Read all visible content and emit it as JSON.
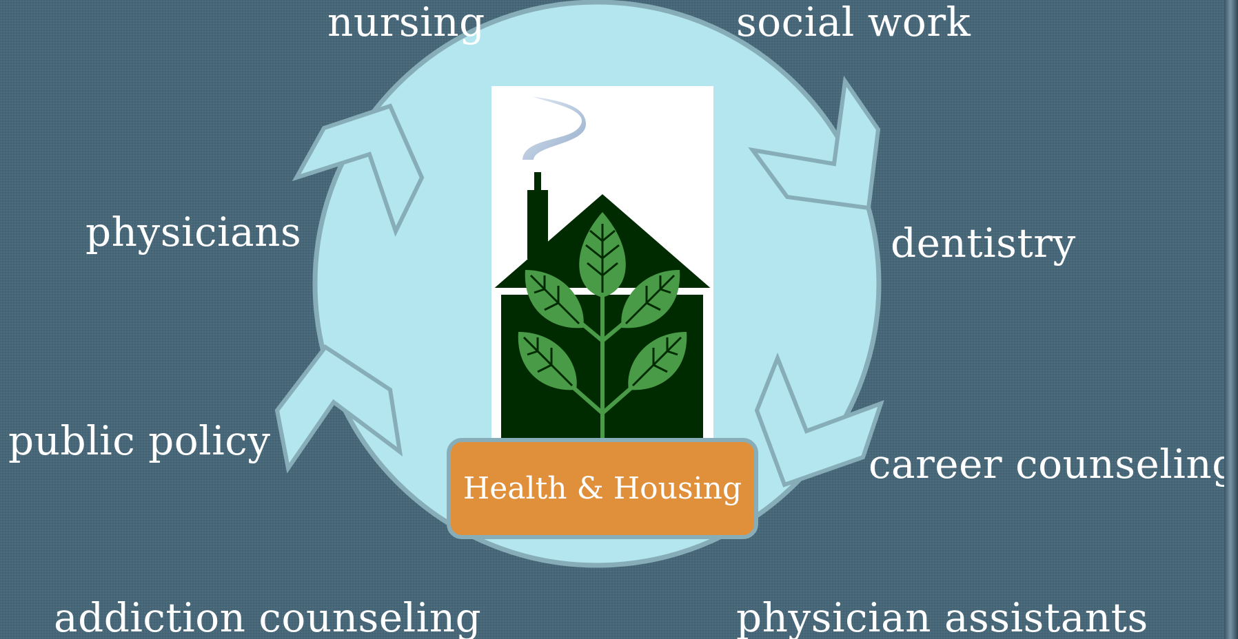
{
  "labels": {
    "nursing": "nursing",
    "social_work": "social work",
    "physicians": "physicians",
    "dentistry": "dentistry",
    "public_policy": "public policy",
    "career_counseling": "career counseling",
    "addiction_counseling": "addiction counseling",
    "physician_assistants": "physician assistants"
  },
  "center": {
    "label": "Health & Housing"
  },
  "colors": {
    "background": "#476779",
    "circle_fill": "#b3e6ef",
    "outline": "#86adb8",
    "house": "#002b00",
    "leaf": "#4a9b47",
    "center_box": "#e0903a"
  },
  "icons": {
    "center_image": "house-with-plant-icon",
    "cycle_arrows": "cycle-arrows-icon"
  }
}
